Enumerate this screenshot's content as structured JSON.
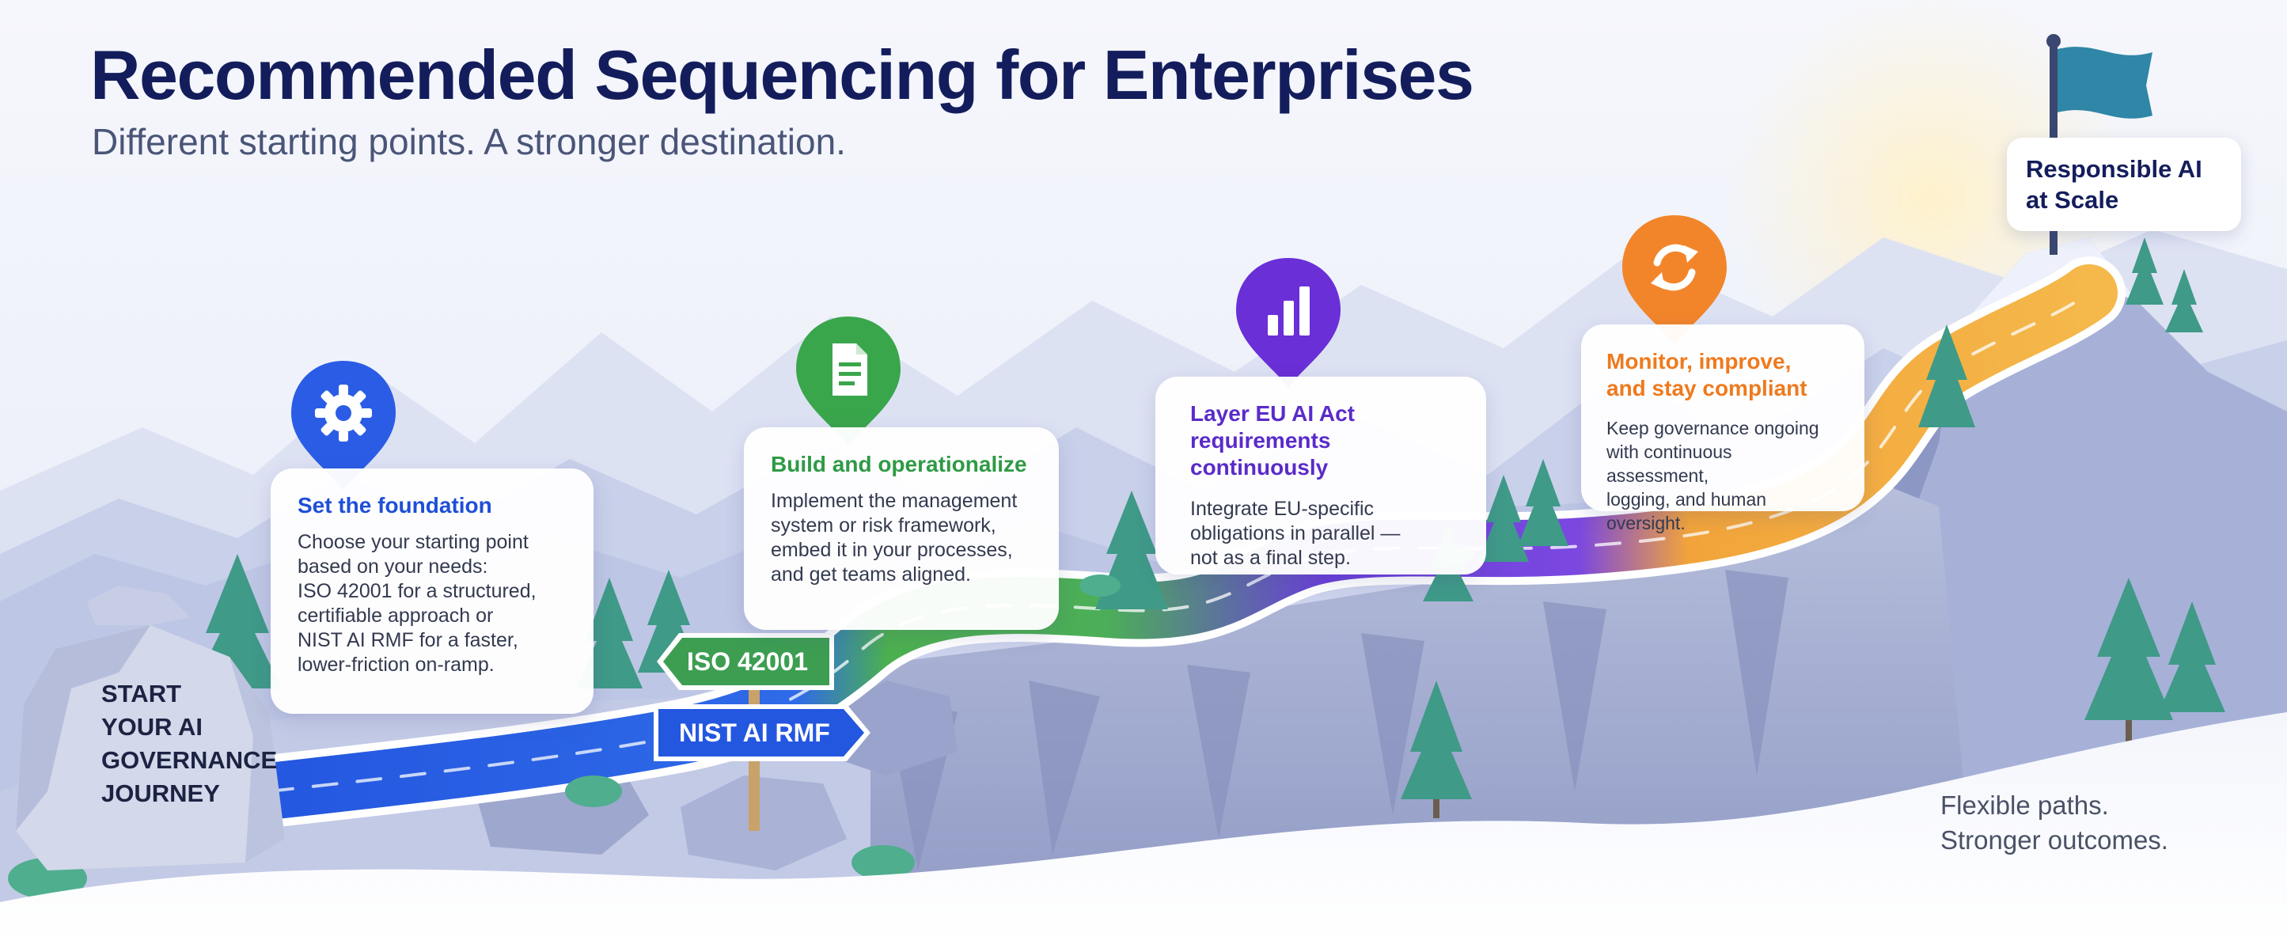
{
  "header": {
    "title": "Recommended Sequencing for Enterprises",
    "subtitle": "Different starting points. A stronger destination."
  },
  "start_marker": {
    "text": "START\nYOUR AI\nGOVERNANCE\nJOURNEY"
  },
  "steps": [
    {
      "title": "Set the foundation",
      "body": "Choose your starting point\nbased on your needs:\nISO 42001 for a structured,\ncertifiable approach or\nNIST AI RMF for a faster,\nlower-friction on-ramp.",
      "color": "#2b5ce6",
      "icon": "gear-icon"
    },
    {
      "title": "Build and operationalize",
      "body": "Implement the management\nsystem or risk framework,\nembed it in your processes,\nand get teams aligned.",
      "color": "#3aa64c",
      "icon": "document-icon"
    },
    {
      "title": "Layer EU AI Act\nrequirements continuously",
      "body": "Integrate EU-specific\nobligations in parallel —\nnot as a final step.",
      "color": "#6a2fd6",
      "icon": "bar-chart-icon"
    },
    {
      "title": "Monitor, improve,\nand stay compliant",
      "body": "Keep governance ongoing\nwith continuous assessment,\nlogging, and human oversight.",
      "color": "#f2852a",
      "icon": "refresh-cycle-icon"
    }
  ],
  "signpost": {
    "top_label": "ISO 42001",
    "bottom_label": "NIST AI RMF",
    "top_color": "#3d9e52",
    "bottom_color": "#2457e0"
  },
  "destination": {
    "label": "Responsible AI\nat Scale",
    "flag_color": "#2f86a6"
  },
  "footer": {
    "tagline": "Flexible paths.\nStronger outcomes."
  }
}
